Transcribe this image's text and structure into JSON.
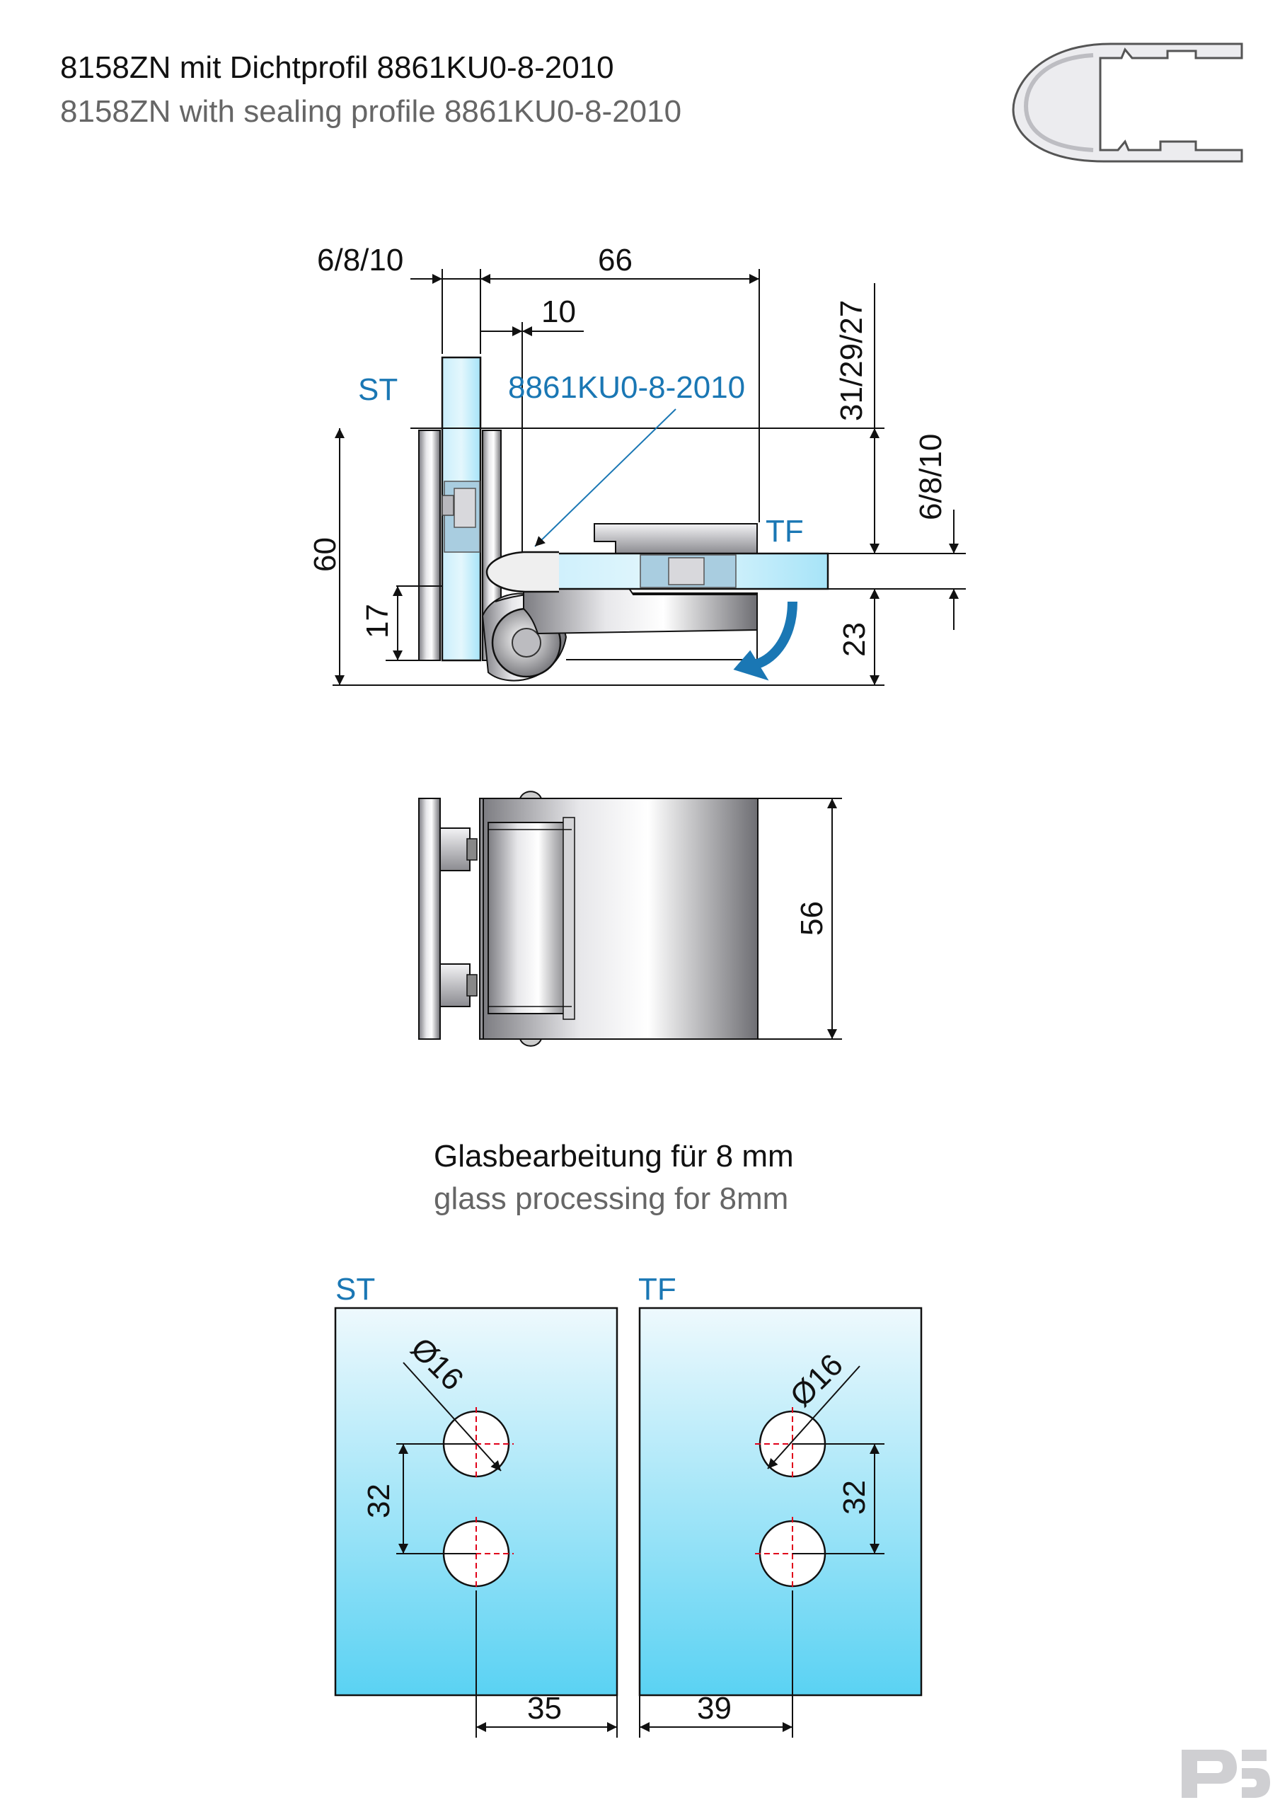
{
  "header": {
    "title_de": "8158ZN mit Dichtprofil 8861KU0-8-2010",
    "title_en": "8158ZN with sealing profile 8861KU0-8-2010"
  },
  "top_view": {
    "labels": {
      "st": "ST",
      "tf": "TF",
      "profile": "8861KU0-8-2010"
    },
    "dims": {
      "glass_thickness": "6/8/10",
      "width": "66",
      "offset": "10",
      "top_offset": "31/29/27",
      "tf_glass": "6/8/10",
      "height": "60",
      "lower": "17",
      "hinge": "23"
    }
  },
  "front_view": {
    "dims": {
      "height": "56"
    }
  },
  "glass_processing": {
    "title_de": "Glasbearbeitung für 8 mm",
    "title_en": "glass processing for 8mm",
    "st": {
      "label": "ST",
      "diameter": "Ø16",
      "spacing": "32",
      "edge": "35"
    },
    "tf": {
      "label": "TF",
      "diameter": "Ø16",
      "spacing": "32",
      "edge": "39"
    }
  },
  "colors": {
    "accent_blue": "#1a77b4",
    "glass_top": "#eef9fd",
    "glass_bottom": "#5ad2f3",
    "hole_center": "#e0001a"
  },
  "logo": "PS"
}
